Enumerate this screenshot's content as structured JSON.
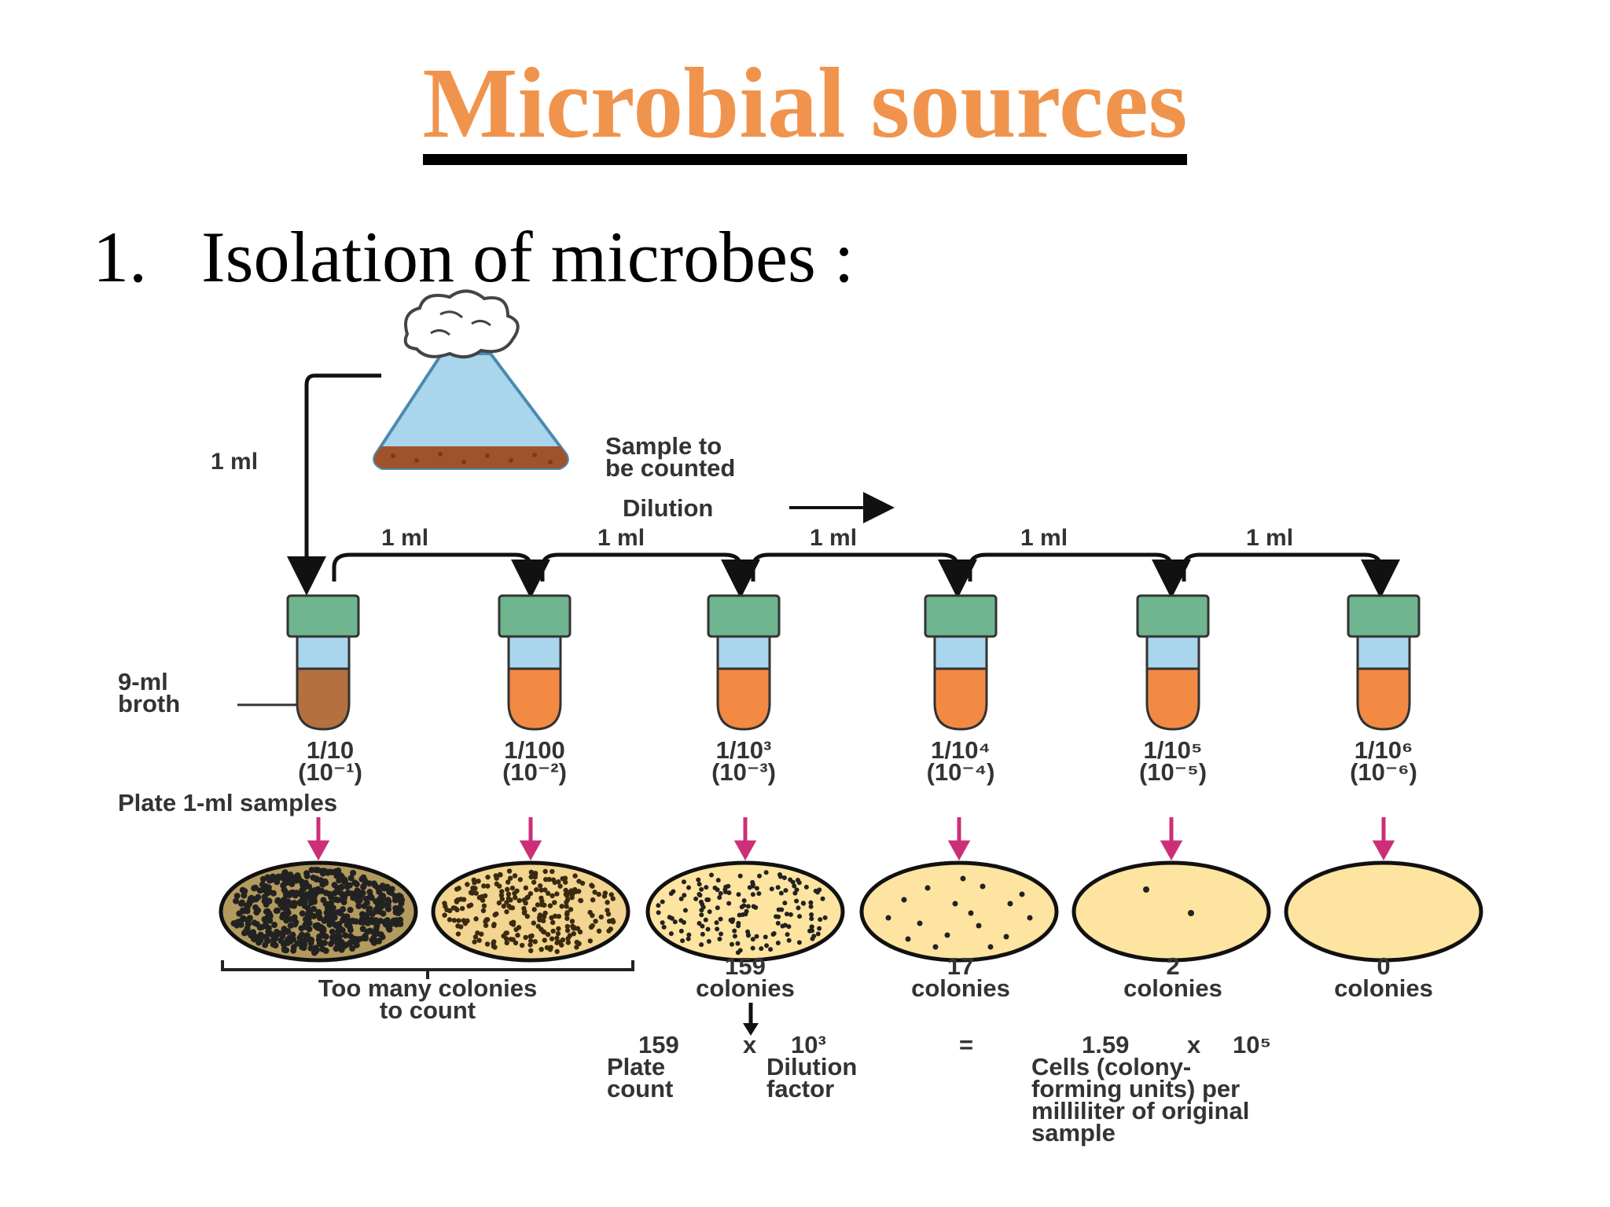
{
  "slide": {
    "title": "Microbial sources",
    "bullet_number": "1.",
    "bullet_text": "Isolation of microbes :"
  },
  "diagram": {
    "sample_label_1": "Sample to",
    "sample_label_2": "be counted",
    "flask_transfer": "1 ml",
    "dilution_label": "Dilution",
    "transfer_labels": [
      "1 ml",
      "1 ml",
      "1 ml",
      "1 ml",
      "1 ml"
    ],
    "broth_label_1": "9-ml",
    "broth_label_2": "broth",
    "tubes": [
      {
        "fraction": "1/10",
        "exp": "(10⁻¹)"
      },
      {
        "fraction": "1/100",
        "exp": "(10⁻²)"
      },
      {
        "fraction": "1/10³",
        "exp": "(10⁻³)"
      },
      {
        "fraction": "1/10⁴",
        "exp": "(10⁻⁴)"
      },
      {
        "fraction": "1/10⁵",
        "exp": "(10⁻⁵)"
      },
      {
        "fraction": "1/10⁶",
        "exp": "(10⁻⁶)"
      }
    ],
    "plate_label": "Plate 1-ml samples",
    "too_many_1": "Too many colonies",
    "too_many_2": "to count",
    "counts": [
      {
        "value": "159",
        "unit": "colonies"
      },
      {
        "value": "17",
        "unit": "colonies"
      },
      {
        "value": "2",
        "unit": "colonies"
      },
      {
        "value": "0",
        "unit": "colonies"
      }
    ],
    "calc": {
      "plate_count_value": "159",
      "times_1": "x",
      "dilution_value": "10³",
      "equals": "=",
      "result_value": "1.59",
      "times_2": "x",
      "result_exp": "10⁵",
      "plate_label_1": "Plate",
      "plate_label_2": "count",
      "dilution_label_1": "Dilution",
      "dilution_label_2": "factor",
      "result_label_1": "Cells (colony-",
      "result_label_2": "forming units) per",
      "result_label_3": "milliliter of original",
      "result_label_4": "sample"
    },
    "colors": {
      "flask_liquid": "#a9d6ec",
      "sediment": "#a0522d",
      "tube_cap": "#6fb58f",
      "broth_first": "#b5703f",
      "broth": "#f28a44",
      "plate_arrow": "#cc2f78",
      "agar": "#fde4a0"
    }
  }
}
